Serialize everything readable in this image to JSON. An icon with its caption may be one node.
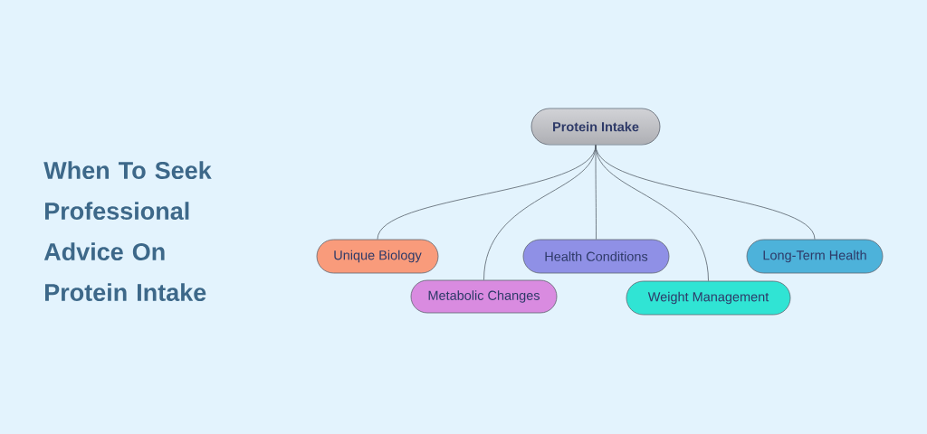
{
  "diagram": {
    "title": "When To Seek Professional Advice On Protein Intake",
    "nodes": [
      {
        "text": [
          "Protein Intake"
        ]
      },
      {
        "text": [
          "Unique Biology"
        ]
      },
      {
        "text": [
          "Metabolic Changes"
        ]
      },
      {
        "text": [
          "Health Conditions"
        ]
      },
      {
        "text": [
          "Weight Management"
        ]
      },
      {
        "text": [
          "Long-Term Health"
        ]
      }
    ],
    "edges": [
      {
        "from": 0,
        "to": 1,
        "arrow": "none"
      },
      {
        "from": 0,
        "to": 2,
        "arrow": "none"
      },
      {
        "from": 0,
        "to": 3,
        "arrow": "none"
      },
      {
        "from": 0,
        "to": 4,
        "arrow": "none"
      },
      {
        "from": 0,
        "to": 5,
        "arrow": "none"
      }
    ]
  }
}
